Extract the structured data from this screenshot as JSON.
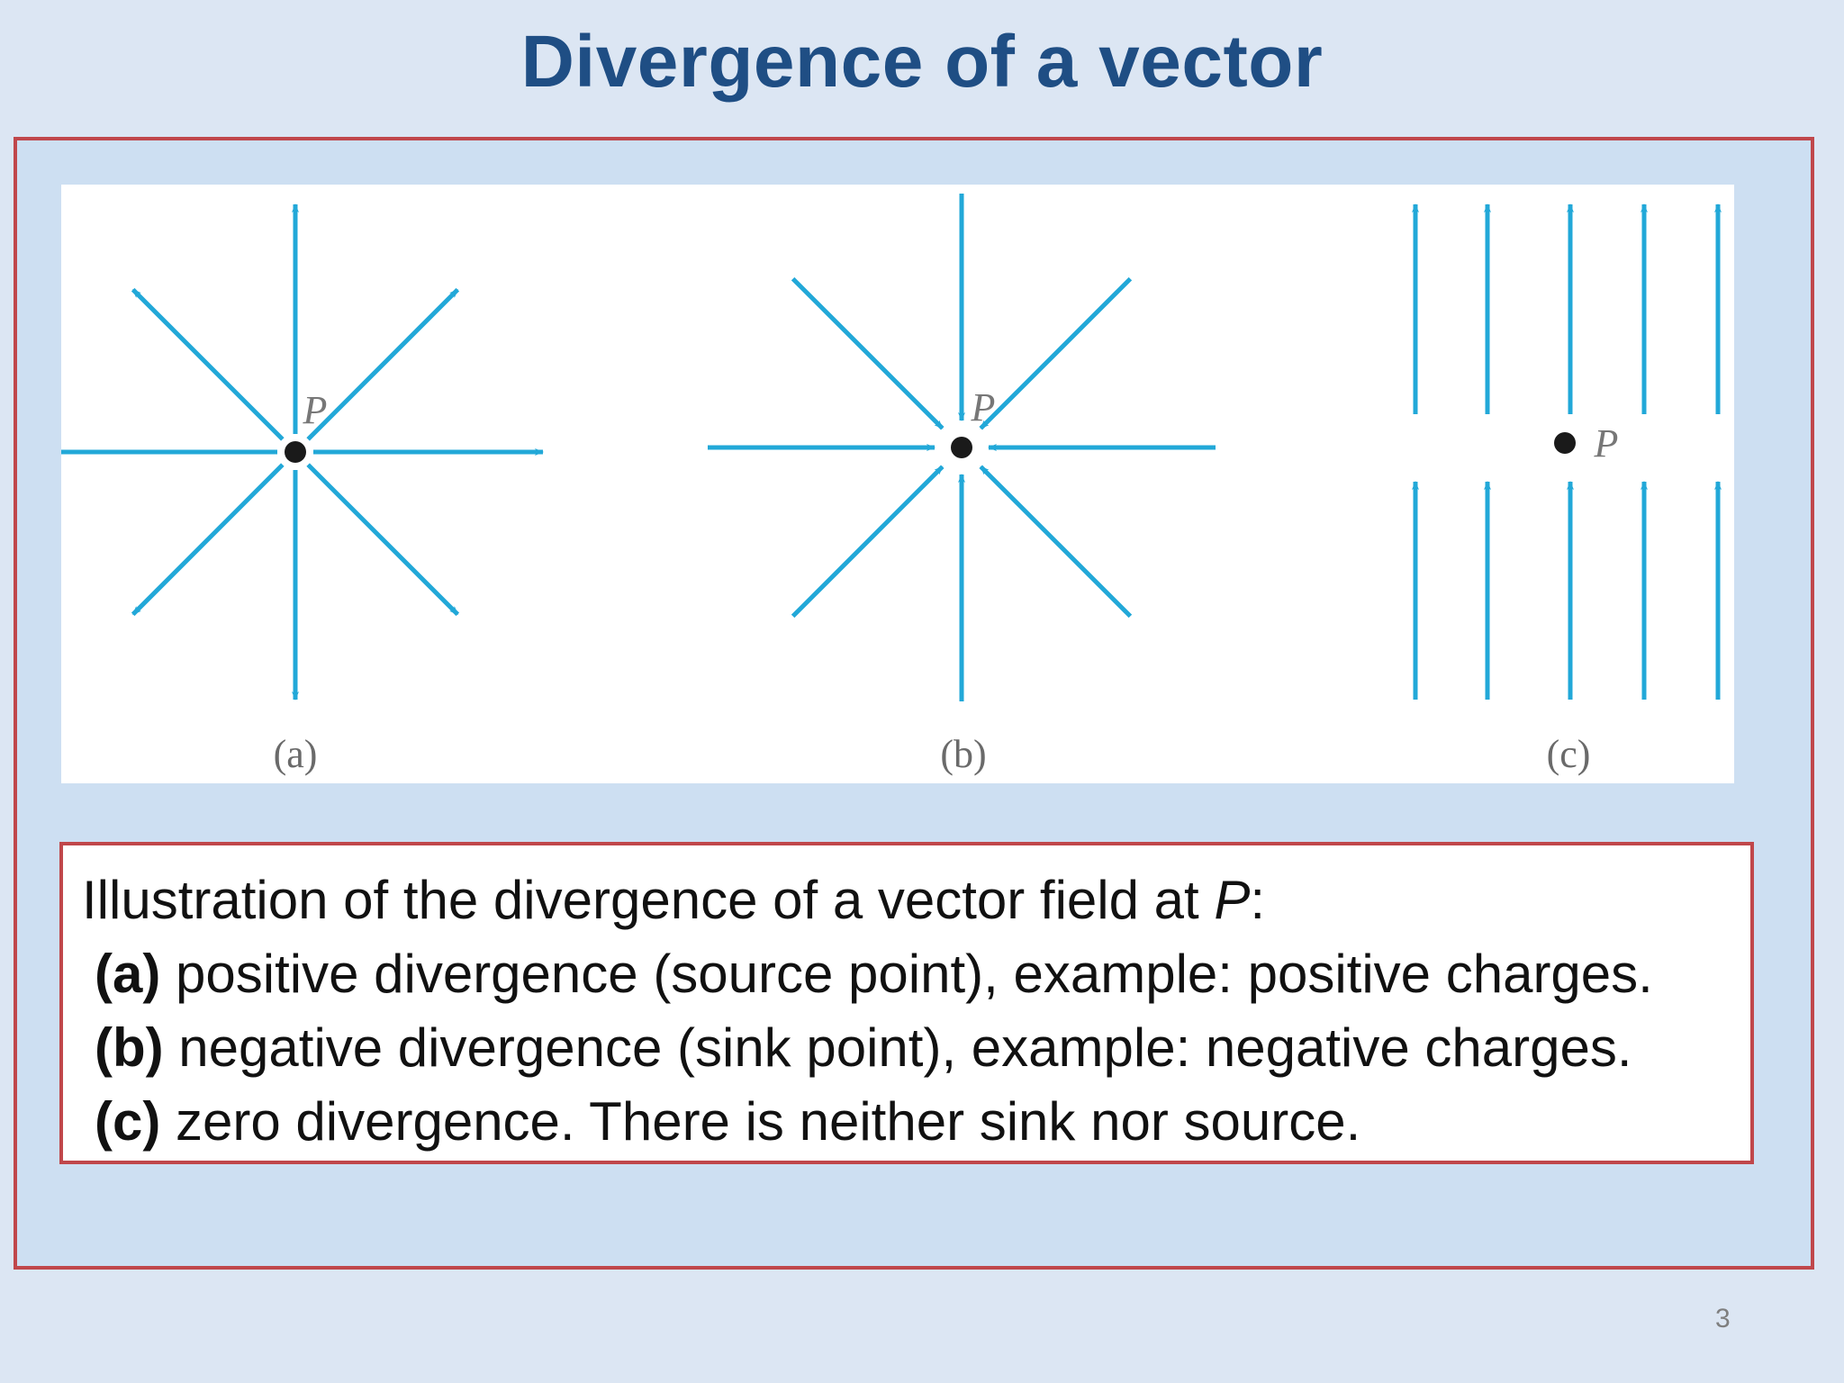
{
  "slide": {
    "title": "Divergence of a vector",
    "page_number": "3"
  },
  "colors": {
    "title": "#1f4e84",
    "arrow": "#22a8d8",
    "frame_border": "#c0474b",
    "frame_fill": "#cddff2",
    "background": "#dce6f3"
  },
  "figure": {
    "point_label": "P",
    "panels": [
      {
        "label": "(a)",
        "field": "source"
      },
      {
        "label": "(b)",
        "field": "sink"
      },
      {
        "label": "(c)",
        "field": "uniform"
      }
    ]
  },
  "caption": {
    "intro_prefix": "Illustration of the divergence of a vector field at ",
    "intro_var": "P",
    "intro_suffix": ":",
    "items": [
      {
        "tag": "(a)",
        "text": " positive divergence (source point), example: positive charges."
      },
      {
        "tag": "(b)",
        "text": " negative divergence (sink point), example: negative charges."
      },
      {
        "tag": "(c)",
        "text": " zero divergence. There is neither sink nor source."
      }
    ]
  }
}
